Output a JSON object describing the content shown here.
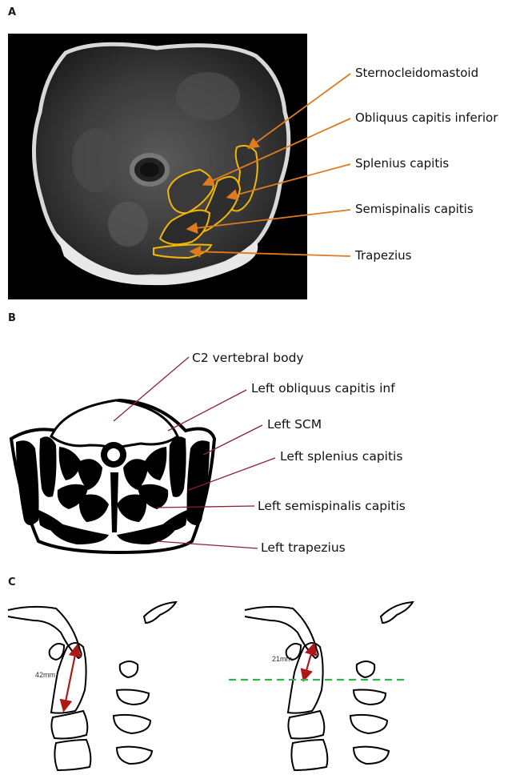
{
  "panels": {
    "a": {
      "letter": "A",
      "labels": [
        "Sternocleidomastoid",
        "Obliquus capitis inferior",
        "Splenius capitis",
        "Semispinalis capitis",
        "Trapezius"
      ]
    },
    "b": {
      "letter": "B",
      "labels": [
        "C2 vertebral body",
        "Left obliquus capitis inf",
        "Left SCM",
        "Left splenius capitis",
        "Left semispinalis capitis",
        "Left trapezius"
      ]
    },
    "c": {
      "letter": "C",
      "measure_left": "42mm",
      "measure_right": "21mm"
    }
  },
  "colors": {
    "muscle_outline": "#f2b705",
    "arrow_a": "#e07a1f",
    "leader_b": "#8b2232",
    "measure_arrow": "#b01818",
    "dashed_line": "#2fb34a"
  }
}
